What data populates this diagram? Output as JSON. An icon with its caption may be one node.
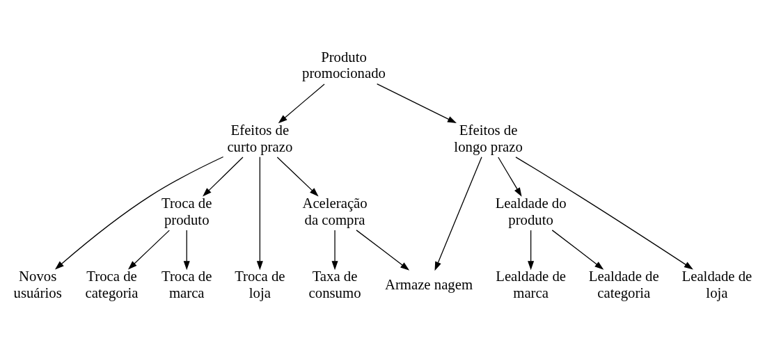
{
  "diagram": {
    "nodes": [
      {
        "text": [
          "Produto promocionado"
        ]
      },
      {
        "text": [
          "Efeitos de curto prazo"
        ]
      },
      {
        "text": [
          "Efeitos de longo prazo"
        ]
      },
      {
        "text": [
          "Troca de produto"
        ]
      },
      {
        "text": [
          "Aceleração da compra"
        ]
      },
      {
        "text": [
          "Lealdade do produto"
        ]
      },
      {
        "text": [
          "Troca de loja"
        ]
      },
      {
        "text": [
          "Troca de marca"
        ]
      },
      {
        "text": [
          "Troca de categoria"
        ]
      },
      {
        "text": [
          "Novos usuários"
        ]
      },
      {
        "text": [
          "Taxa de consumo"
        ]
      },
      {
        "text": [
          "Armaze nagem"
        ]
      },
      {
        "text": [
          "Lealdade de marca"
        ]
      },
      {
        "text": [
          "Lealdade de categoria"
        ]
      },
      {
        "text": [
          "Lealdade de loja"
        ]
      }
    ],
    "edges": [
      {
        "from": 0,
        "to": 1,
        "arrow": "to"
      },
      {
        "from": 0,
        "to": 2,
        "arrow": "to"
      },
      {
        "from": 1,
        "to": 6,
        "arrow": "to"
      },
      {
        "from": 1,
        "to": 3,
        "arrow": "to"
      },
      {
        "from": 1,
        "to": 9,
        "arrow": "to"
      },
      {
        "from": 1,
        "to": 4,
        "arrow": "to"
      },
      {
        "from": 2,
        "to": 11,
        "arrow": "to"
      },
      {
        "from": 2,
        "to": 5,
        "arrow": "to"
      },
      {
        "from": 2,
        "to": 14,
        "arrow": "to"
      },
      {
        "from": 3,
        "to": 7,
        "arrow": "to"
      },
      {
        "from": 3,
        "to": 8,
        "arrow": "to"
      },
      {
        "from": 4,
        "to": 10,
        "arrow": "to"
      },
      {
        "from": 4,
        "to": 11,
        "arrow": "to"
      },
      {
        "from": 5,
        "to": 12,
        "arrow": "to"
      },
      {
        "from": 5,
        "to": 13,
        "arrow": "to"
      }
    ]
  }
}
